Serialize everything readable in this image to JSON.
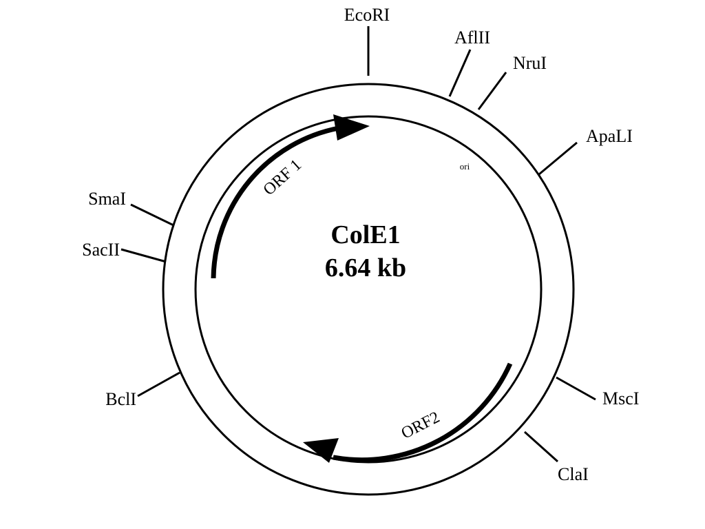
{
  "plasmid": {
    "name": "ColE1",
    "size": "6.64 kb"
  },
  "restriction_sites": [
    {
      "name": "EcoRI"
    },
    {
      "name": "AflII"
    },
    {
      "name": "NruI"
    },
    {
      "name": "ApaLI"
    },
    {
      "name": "MscI"
    },
    {
      "name": "ClaI"
    },
    {
      "name": "BclI"
    },
    {
      "name": "SacII"
    },
    {
      "name": "SmaI"
    }
  ],
  "features": {
    "orf1": {
      "label": "ORF 1"
    },
    "orf2": {
      "label": "ORF2"
    },
    "ori": {
      "label": "ori"
    }
  },
  "colors": {
    "stroke": "#000000",
    "background": "#ffffff"
  }
}
